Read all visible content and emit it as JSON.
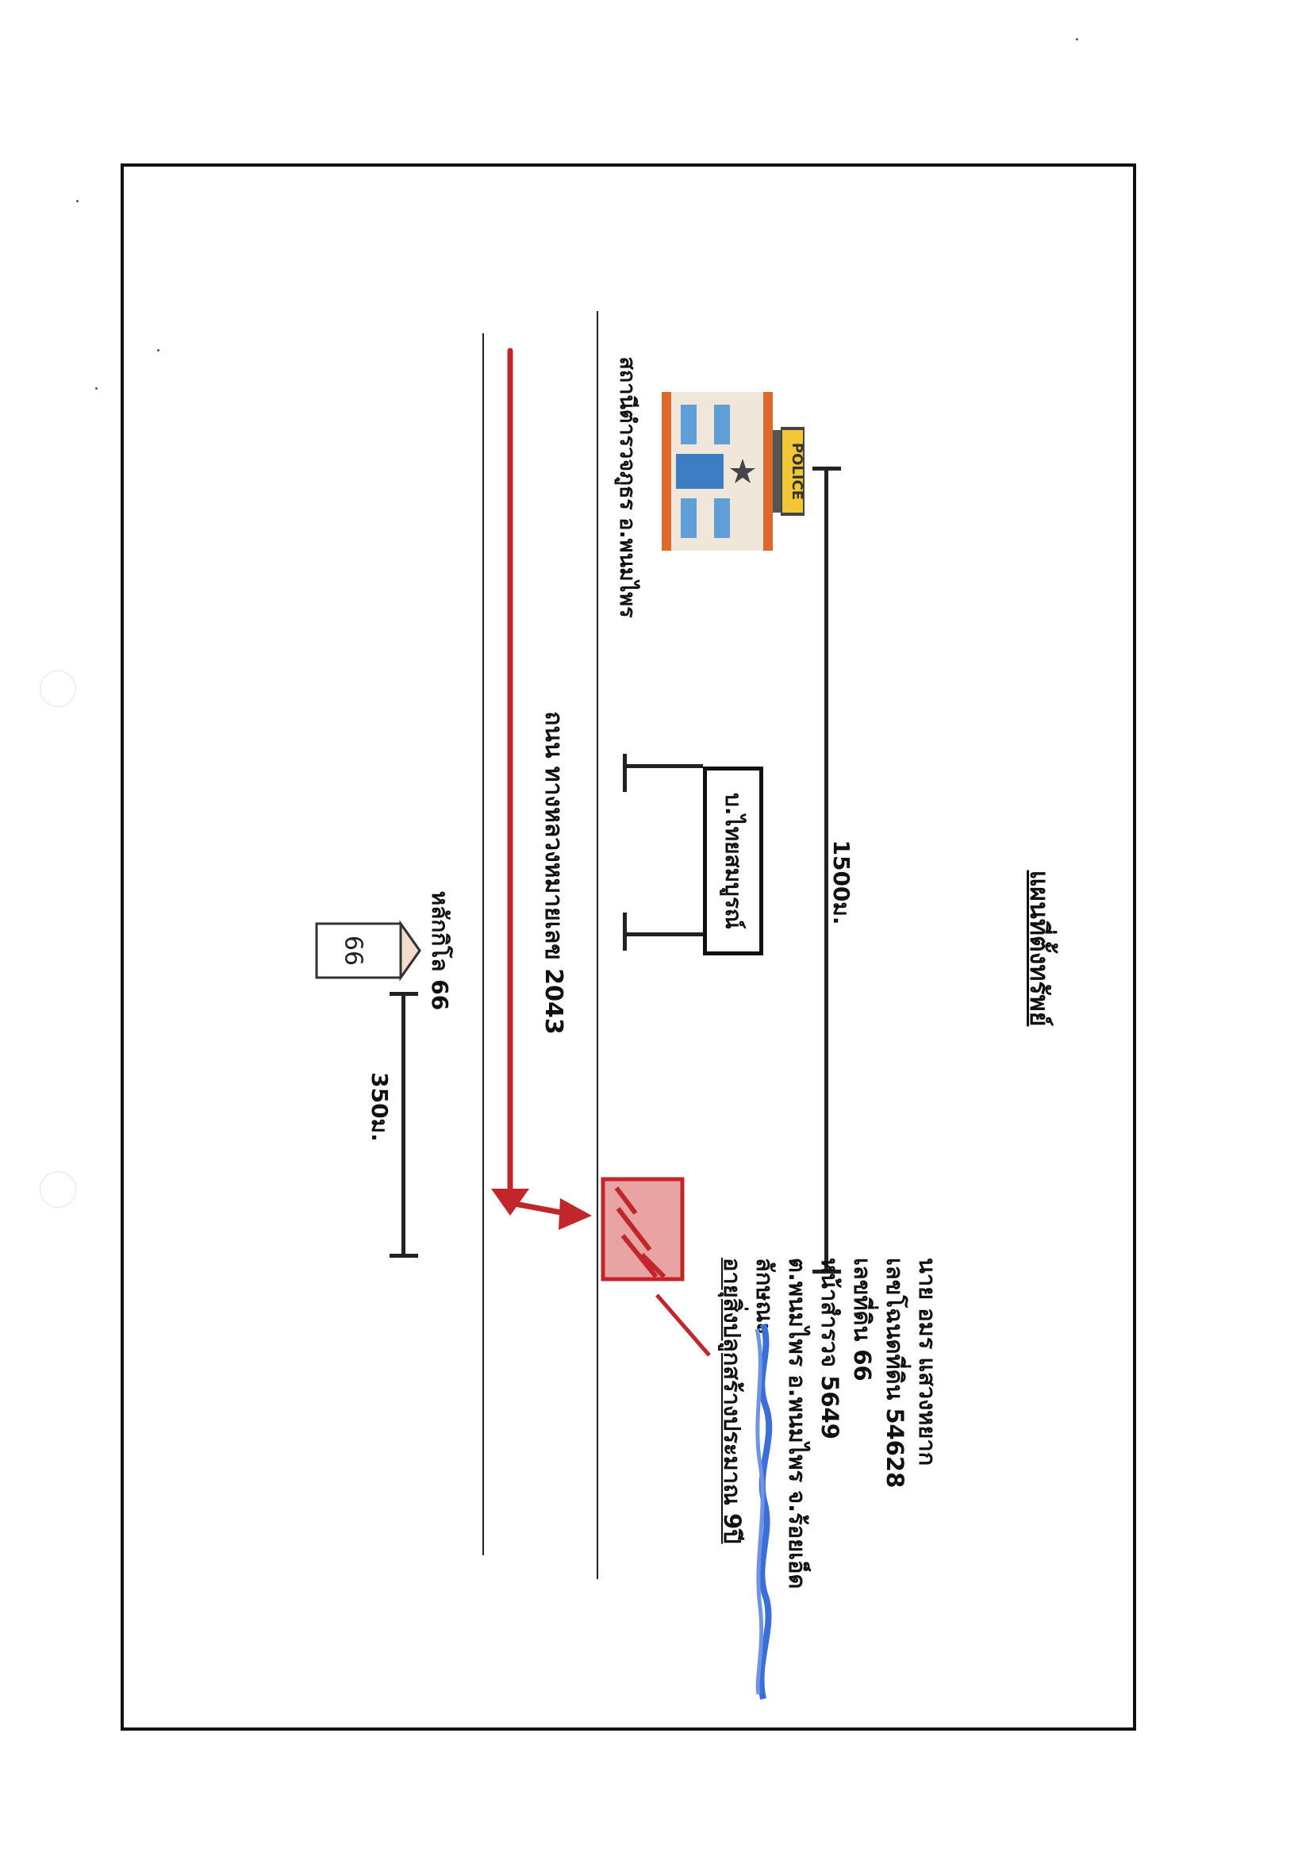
{
  "map": {
    "title": "แผนที่ตั้งทรัพย์",
    "police_station_label": "สถานีตำรวจภูธร อ.พนมไพร",
    "police_sign_text": "POLICE",
    "road_label": "ถนน ทางหลวงหมายเลข 2043",
    "village_sign_text": "บ.ไทยสมบูรณ์",
    "distance_long": "1500ม.",
    "distance_short": "350ม.",
    "km_marker_label": "หลักกิโล 66",
    "km_post_number": "66",
    "property_info": [
      "นาย อมร แสวงหยาก",
      "เลขโฉนดที่ดิน 54628",
      "เลขที่ดิน 66",
      "หน้าสำรวจ 5649",
      "ต.พนมไพร อ.พนมไพร จ.ร้อยเอ็ด",
      "ลักษณะ",
      "อายุสิ่งปลูกสร้างประมาณ 9ปี"
    ]
  },
  "colors": {
    "route_red": "#c0262a",
    "property_fill": "#e9a3a3",
    "stamp_blue": "#3a6fd8"
  }
}
